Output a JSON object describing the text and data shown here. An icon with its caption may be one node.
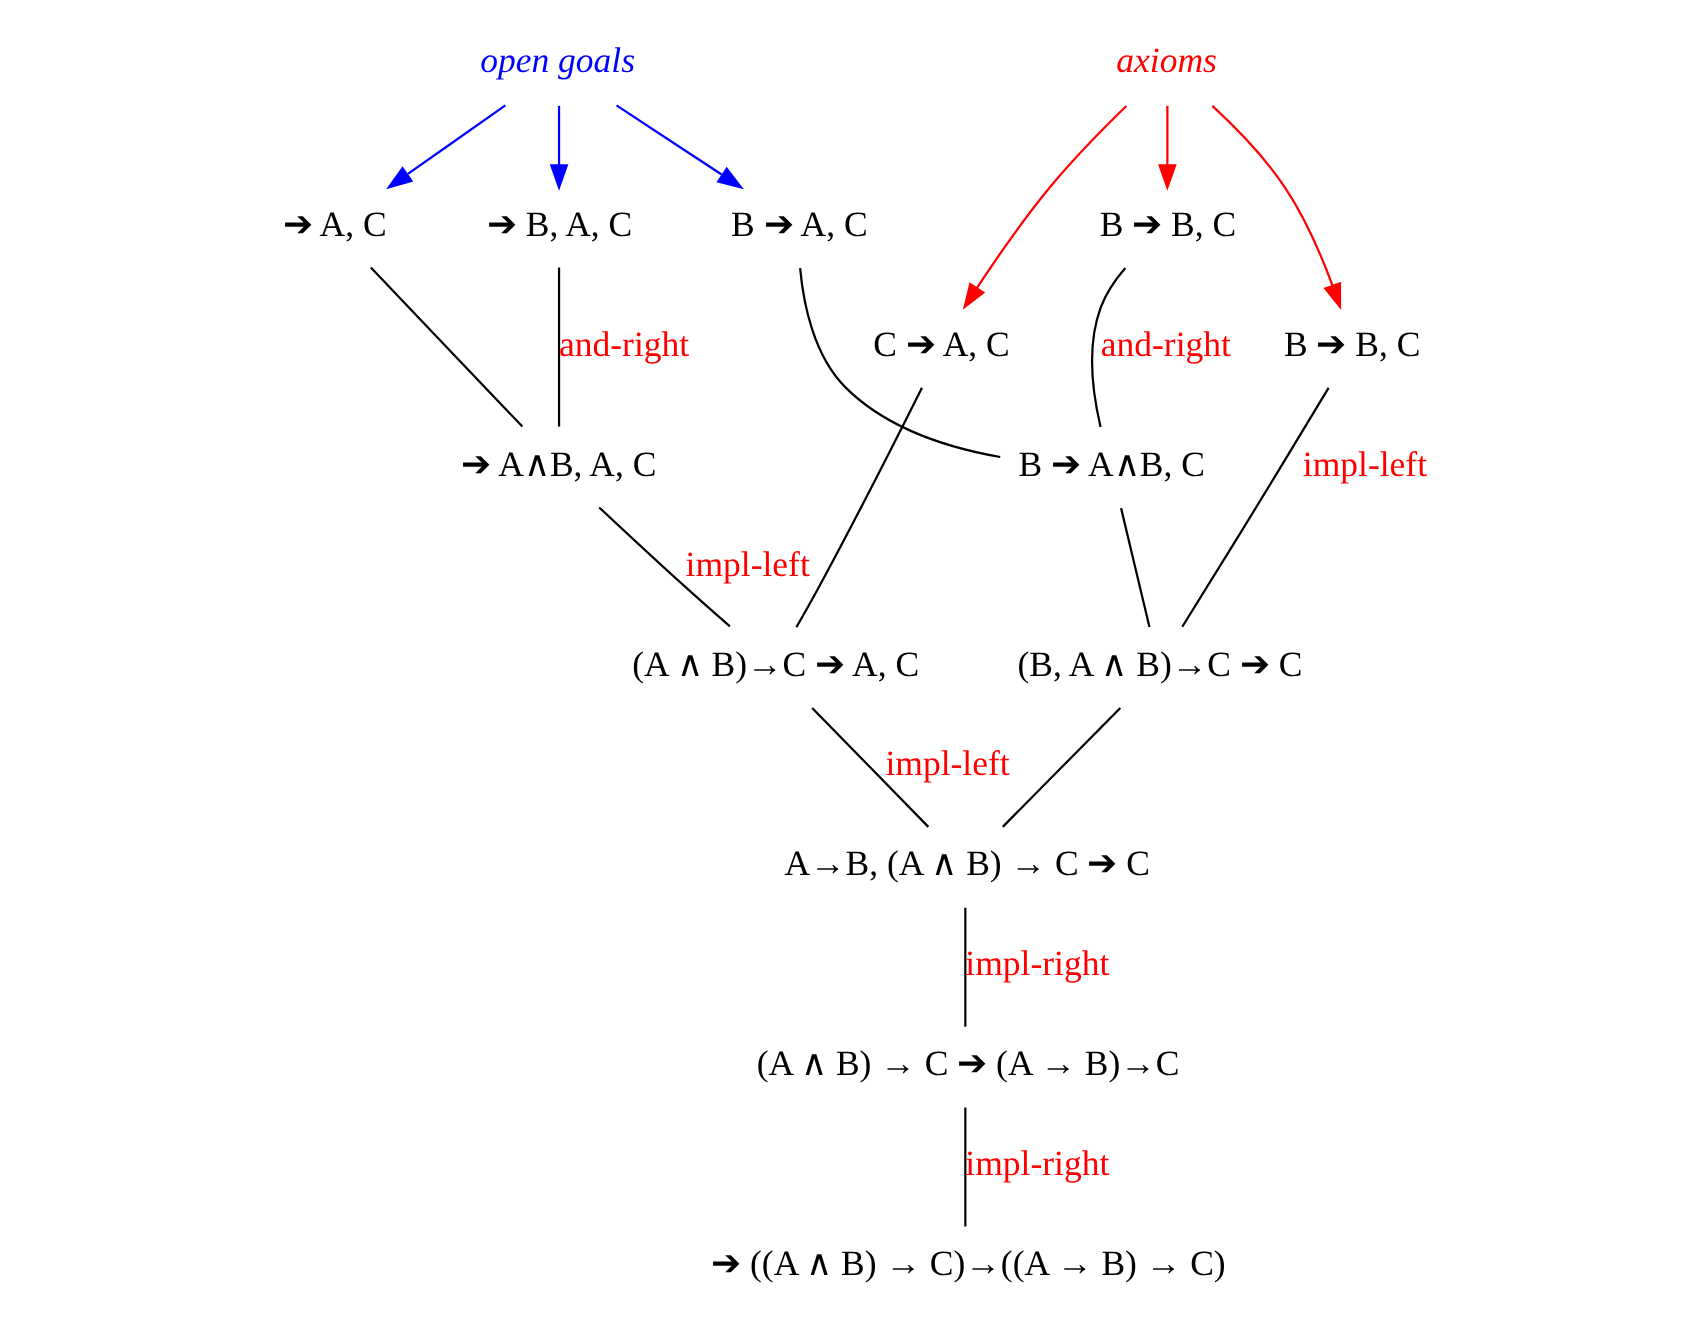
{
  "diagram": {
    "nodes": [
      {
        "text": [
          "open goals"
        ]
      },
      {
        "text": [
          "➔ B, A, C"
        ]
      },
      {
        "text": [
          "➔ A, C"
        ]
      },
      {
        "text": [
          "B ➔ B, C"
        ]
      },
      {
        "text": [
          "B ➔ A, C"
        ]
      },
      {
        "text": [
          "axioms"
        ]
      },
      {
        "text": [
          "➔ A∧B, A, C"
        ]
      },
      {
        "text": [
          "C ➔ A, C"
        ]
      },
      {
        "text": [
          "B ➔ B, C"
        ]
      },
      {
        "text": [
          "B ➔ A∧B, C"
        ]
      },
      {
        "text": [
          "(A ∧ B)→C ➔ A, C"
        ]
      },
      {
        "text": [
          "(B, A ∧ B)→C ➔ C"
        ]
      },
      {
        "text": [
          "A→B, (A ∧ B) → C ➔ C"
        ]
      },
      {
        "text": [
          "(A ∧ B) → C ➔ (A → B)→C"
        ]
      },
      {
        "text": [
          "➔ ((A ∧ B) → C)→((A → B) → C)"
        ]
      }
    ],
    "edges": [
      {
        "from": 0,
        "to": 1,
        "arrow": "to",
        "color": "#0000ff"
      },
      {
        "from": 0,
        "to": 2,
        "arrow": "to",
        "color": "#0000ff"
      },
      {
        "from": 0,
        "to": 4,
        "arrow": "to",
        "color": "#0000ff"
      },
      {
        "from": 5,
        "to": 3,
        "arrow": "to",
        "color": "#ff0000"
      },
      {
        "from": 5,
        "to": 7,
        "arrow": "to",
        "color": "#ff0000"
      },
      {
        "from": 5,
        "to": 8,
        "arrow": "to",
        "color": "#ff0000"
      },
      {
        "from": 1,
        "to": 6,
        "arrow": "none",
        "label": "and-right"
      },
      {
        "from": 2,
        "to": 6,
        "arrow": "none"
      },
      {
        "from": 3,
        "to": 9,
        "arrow": "none",
        "label": "and-right"
      },
      {
        "from": 4,
        "to": 9,
        "arrow": "none"
      },
      {
        "from": 6,
        "to": 10,
        "arrow": "none",
        "label": "impl-left"
      },
      {
        "from": 7,
        "to": 10,
        "arrow": "none"
      },
      {
        "from": 8,
        "to": 11,
        "arrow": "none",
        "label": "impl-left"
      },
      {
        "from": 9,
        "to": 11,
        "arrow": "none"
      },
      {
        "from": 10,
        "to": 12,
        "arrow": "none",
        "label": "impl-left"
      },
      {
        "from": 11,
        "to": 12,
        "arrow": "none"
      },
      {
        "from": 12,
        "to": 13,
        "arrow": "none",
        "label": "impl-right"
      },
      {
        "from": 13,
        "to": 14,
        "arrow": "none",
        "label": "impl-right"
      }
    ]
  }
}
